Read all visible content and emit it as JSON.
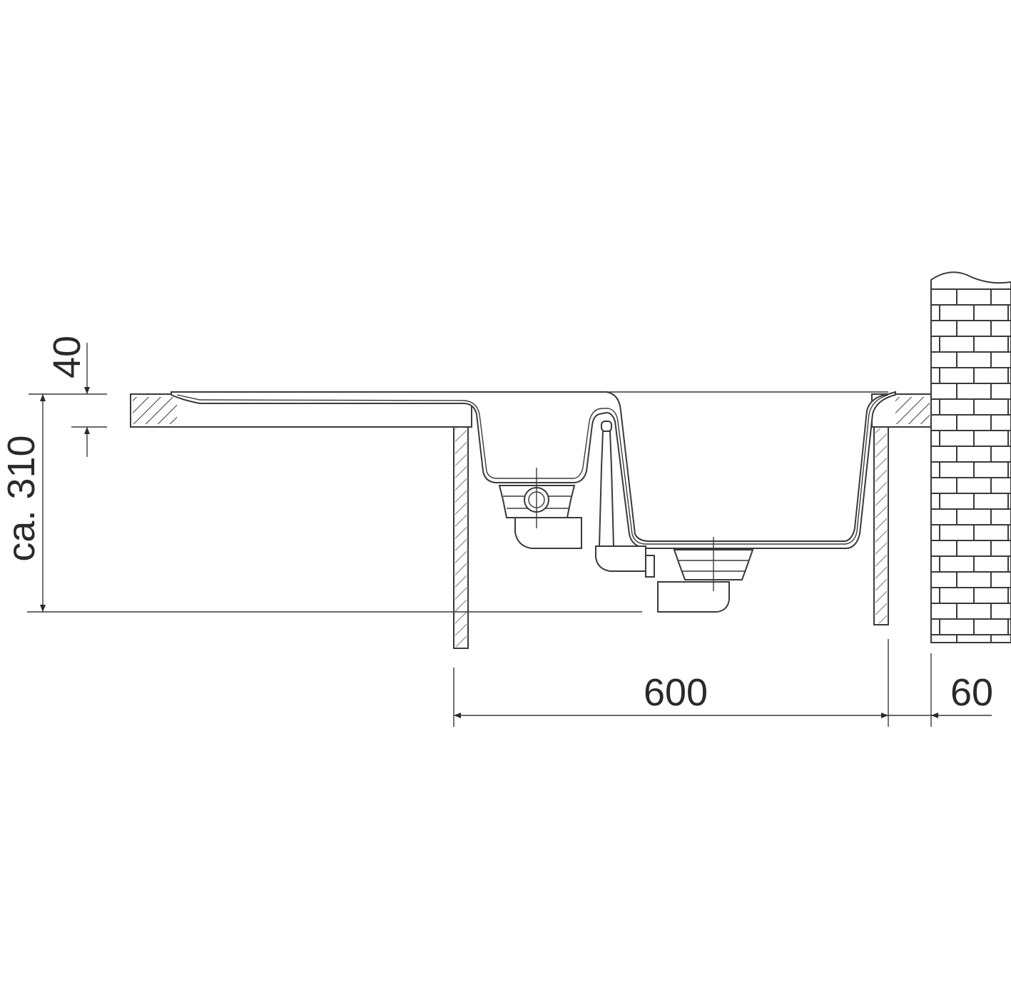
{
  "title": "Sink installation cross-section",
  "dimensions": {
    "rim_height": "40",
    "total_depth": "ca. 310",
    "cabinet_width": "600",
    "wall_offset": "60"
  },
  "colors": {
    "line": "#3a3a3a",
    "background": "#ffffff"
  }
}
